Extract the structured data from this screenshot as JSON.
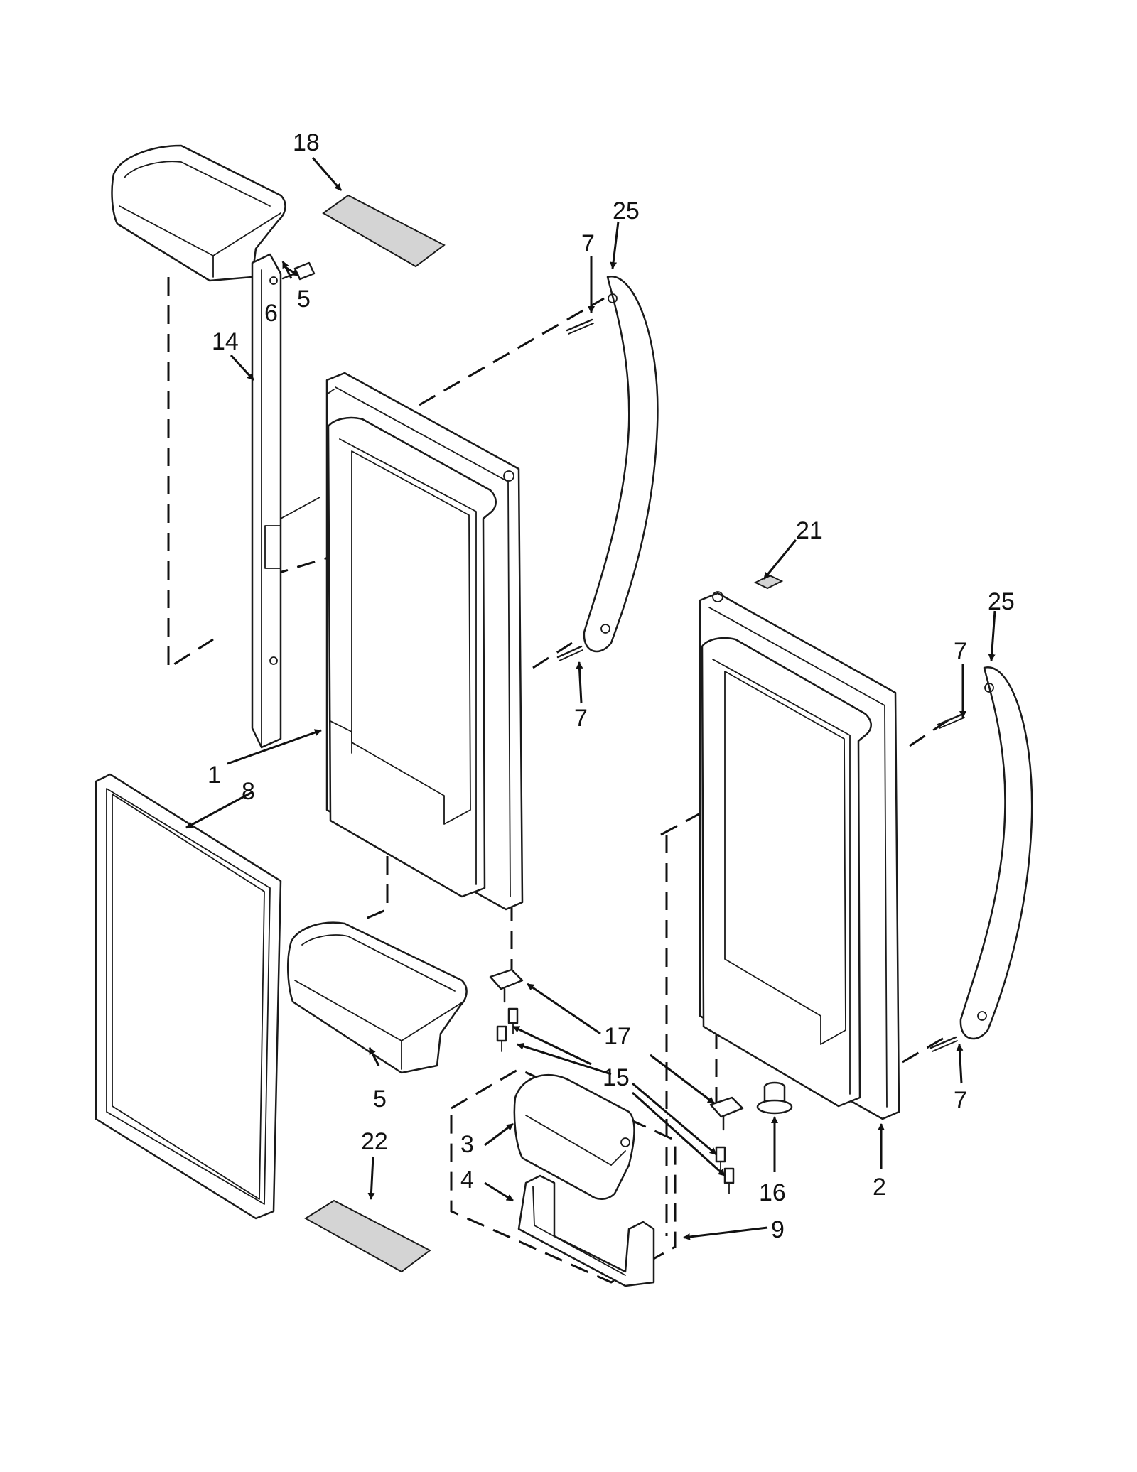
{
  "callouts": {
    "c18": "18",
    "c5a": "5",
    "c25a": "25",
    "c7a": "7",
    "c6": "6",
    "c14": "14",
    "c7b": "7",
    "c21": "21",
    "c25b": "25",
    "c7c": "7",
    "c1": "1",
    "c8": "8",
    "c17": "17",
    "c15": "15",
    "c5b": "5",
    "c22": "22",
    "c3": "3",
    "c4": "4",
    "c16": "16",
    "c2": "2",
    "c9": "9",
    "c7d": "7"
  }
}
